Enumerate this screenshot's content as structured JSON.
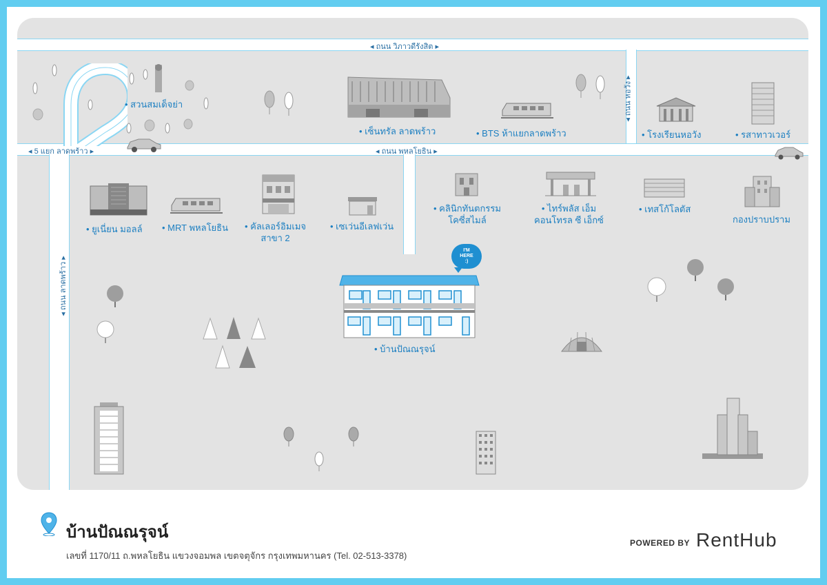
{
  "colors": {
    "frame": "#62cdf0",
    "map_background": "#e3e3e3",
    "road": "#ffffff",
    "road_border": "#8ad6f3",
    "label_blue": "#1c7fc1",
    "pin_blue": "#1f8fd1"
  },
  "roads": {
    "top": "ถนน วิภาวดีรังสิต",
    "middle": "ถนน พหลโยธิน",
    "left_junction": "5 แยก ลาดพร้าว",
    "right_vertical": "ถนน หอวัง",
    "left_vertical": "ถนน ลาดพร้าว"
  },
  "places": {
    "park": "สวนสมเด็จย่า",
    "central": "เซ็นทรัล ลาดพร้าว",
    "bts": "BTS ห้าแยกลาดพร้าว",
    "school": "โรงเรียนหอวัง",
    "tower": "รสาทาวเวอร์",
    "union_mall": "ยูเนี่ยน มอลล์",
    "mrt": "MRT พหลโยธิน",
    "college_line1": "คัลเลอร์อิมเมจ",
    "college_line2": "สาขา 2",
    "seven": "เซเว่นอีเลฟเว่น",
    "clinic_line1": "คลินิกทันตกรรม",
    "clinic_line2": "โคซี่สไมล์",
    "ptt_line1": "ไทร์พลัส เอ็ม",
    "ptt_line2": "คอนโทรล ซี เอ็กซ์",
    "tesco": "เทสโก้โลตัส",
    "police": "กองปราบปราม",
    "home": "บ้านปัณณรุจน์"
  },
  "pin": {
    "line1": "I'M",
    "line2": "HERE",
    "line3": ":)"
  },
  "footer": {
    "title": "บ้านปัณณรุจน์",
    "address": "เลขที่ 1170/11 ถ.พหลโยธิน แขวงจอมพล เขตจตุจักร กรุงเทพมหานคร (Tel. 02-513-3378)",
    "powered_by": "POWERED BY",
    "brand": "RentHub"
  },
  "icons": [
    "location-pin-icon",
    "car-icon",
    "train-icon",
    "tree-icon",
    "pine-tree-icon",
    "building-icon"
  ]
}
